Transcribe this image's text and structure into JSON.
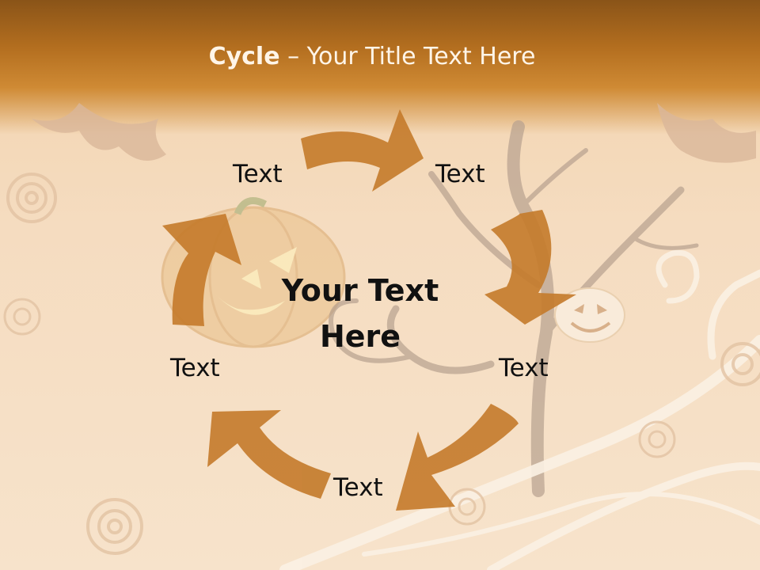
{
  "slide": {
    "title_bold": "Cycle",
    "title_rest": " – Your Title Text Here",
    "center_text": "Your Text Here",
    "labels": [
      "Text",
      "Text",
      "Text",
      "Text",
      "Text"
    ]
  },
  "colors": {
    "arrow": "#c47a2a",
    "header": "#b36e1f",
    "background": "#f5dcc0"
  }
}
